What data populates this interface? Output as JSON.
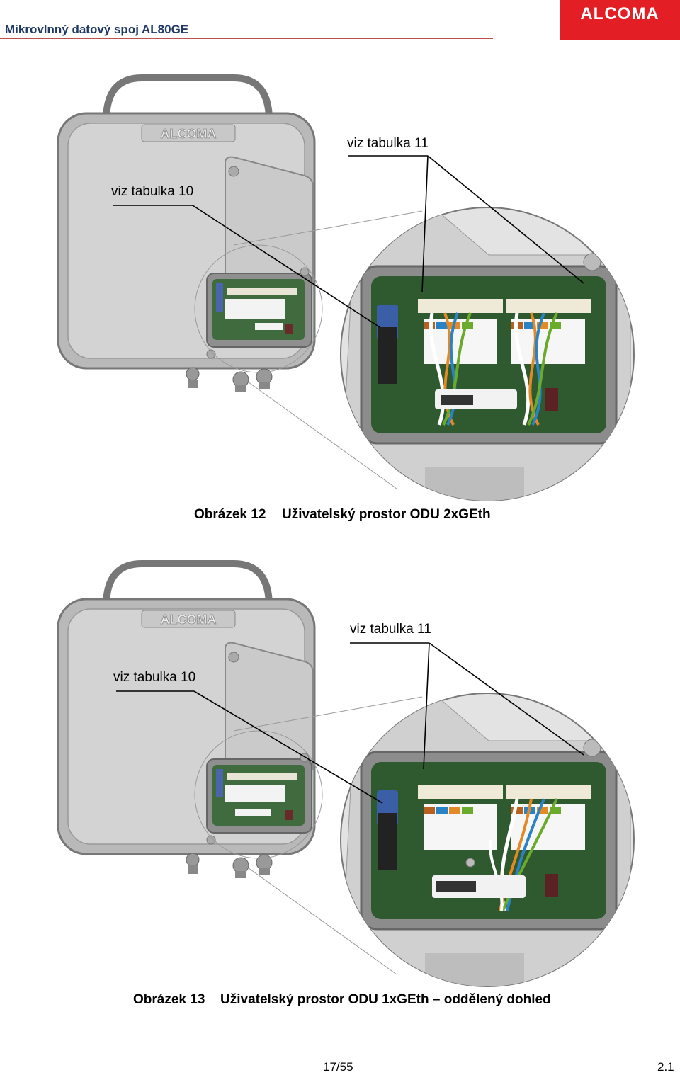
{
  "header": {
    "title": "Mikrovlnný datový spoj AL80GE",
    "logo": "ALCOMA",
    "brand_color": "#e31e24"
  },
  "figure1": {
    "callout_a": "viz tabulka 11",
    "callout_b": "viz tabulka 10",
    "caption_num": "Obrázek 12",
    "caption_text": "Uživatelský prostor ODU 2xGEth"
  },
  "figure2": {
    "callout_a": "viz tabulka 11",
    "callout_b": "viz tabulka 10",
    "caption_num": "Obrázek 13",
    "caption_text": "Uživatelský prostor ODU 1xGEth – oddělený dohled"
  },
  "footer": {
    "page": "17/55",
    "version": "2.1"
  }
}
